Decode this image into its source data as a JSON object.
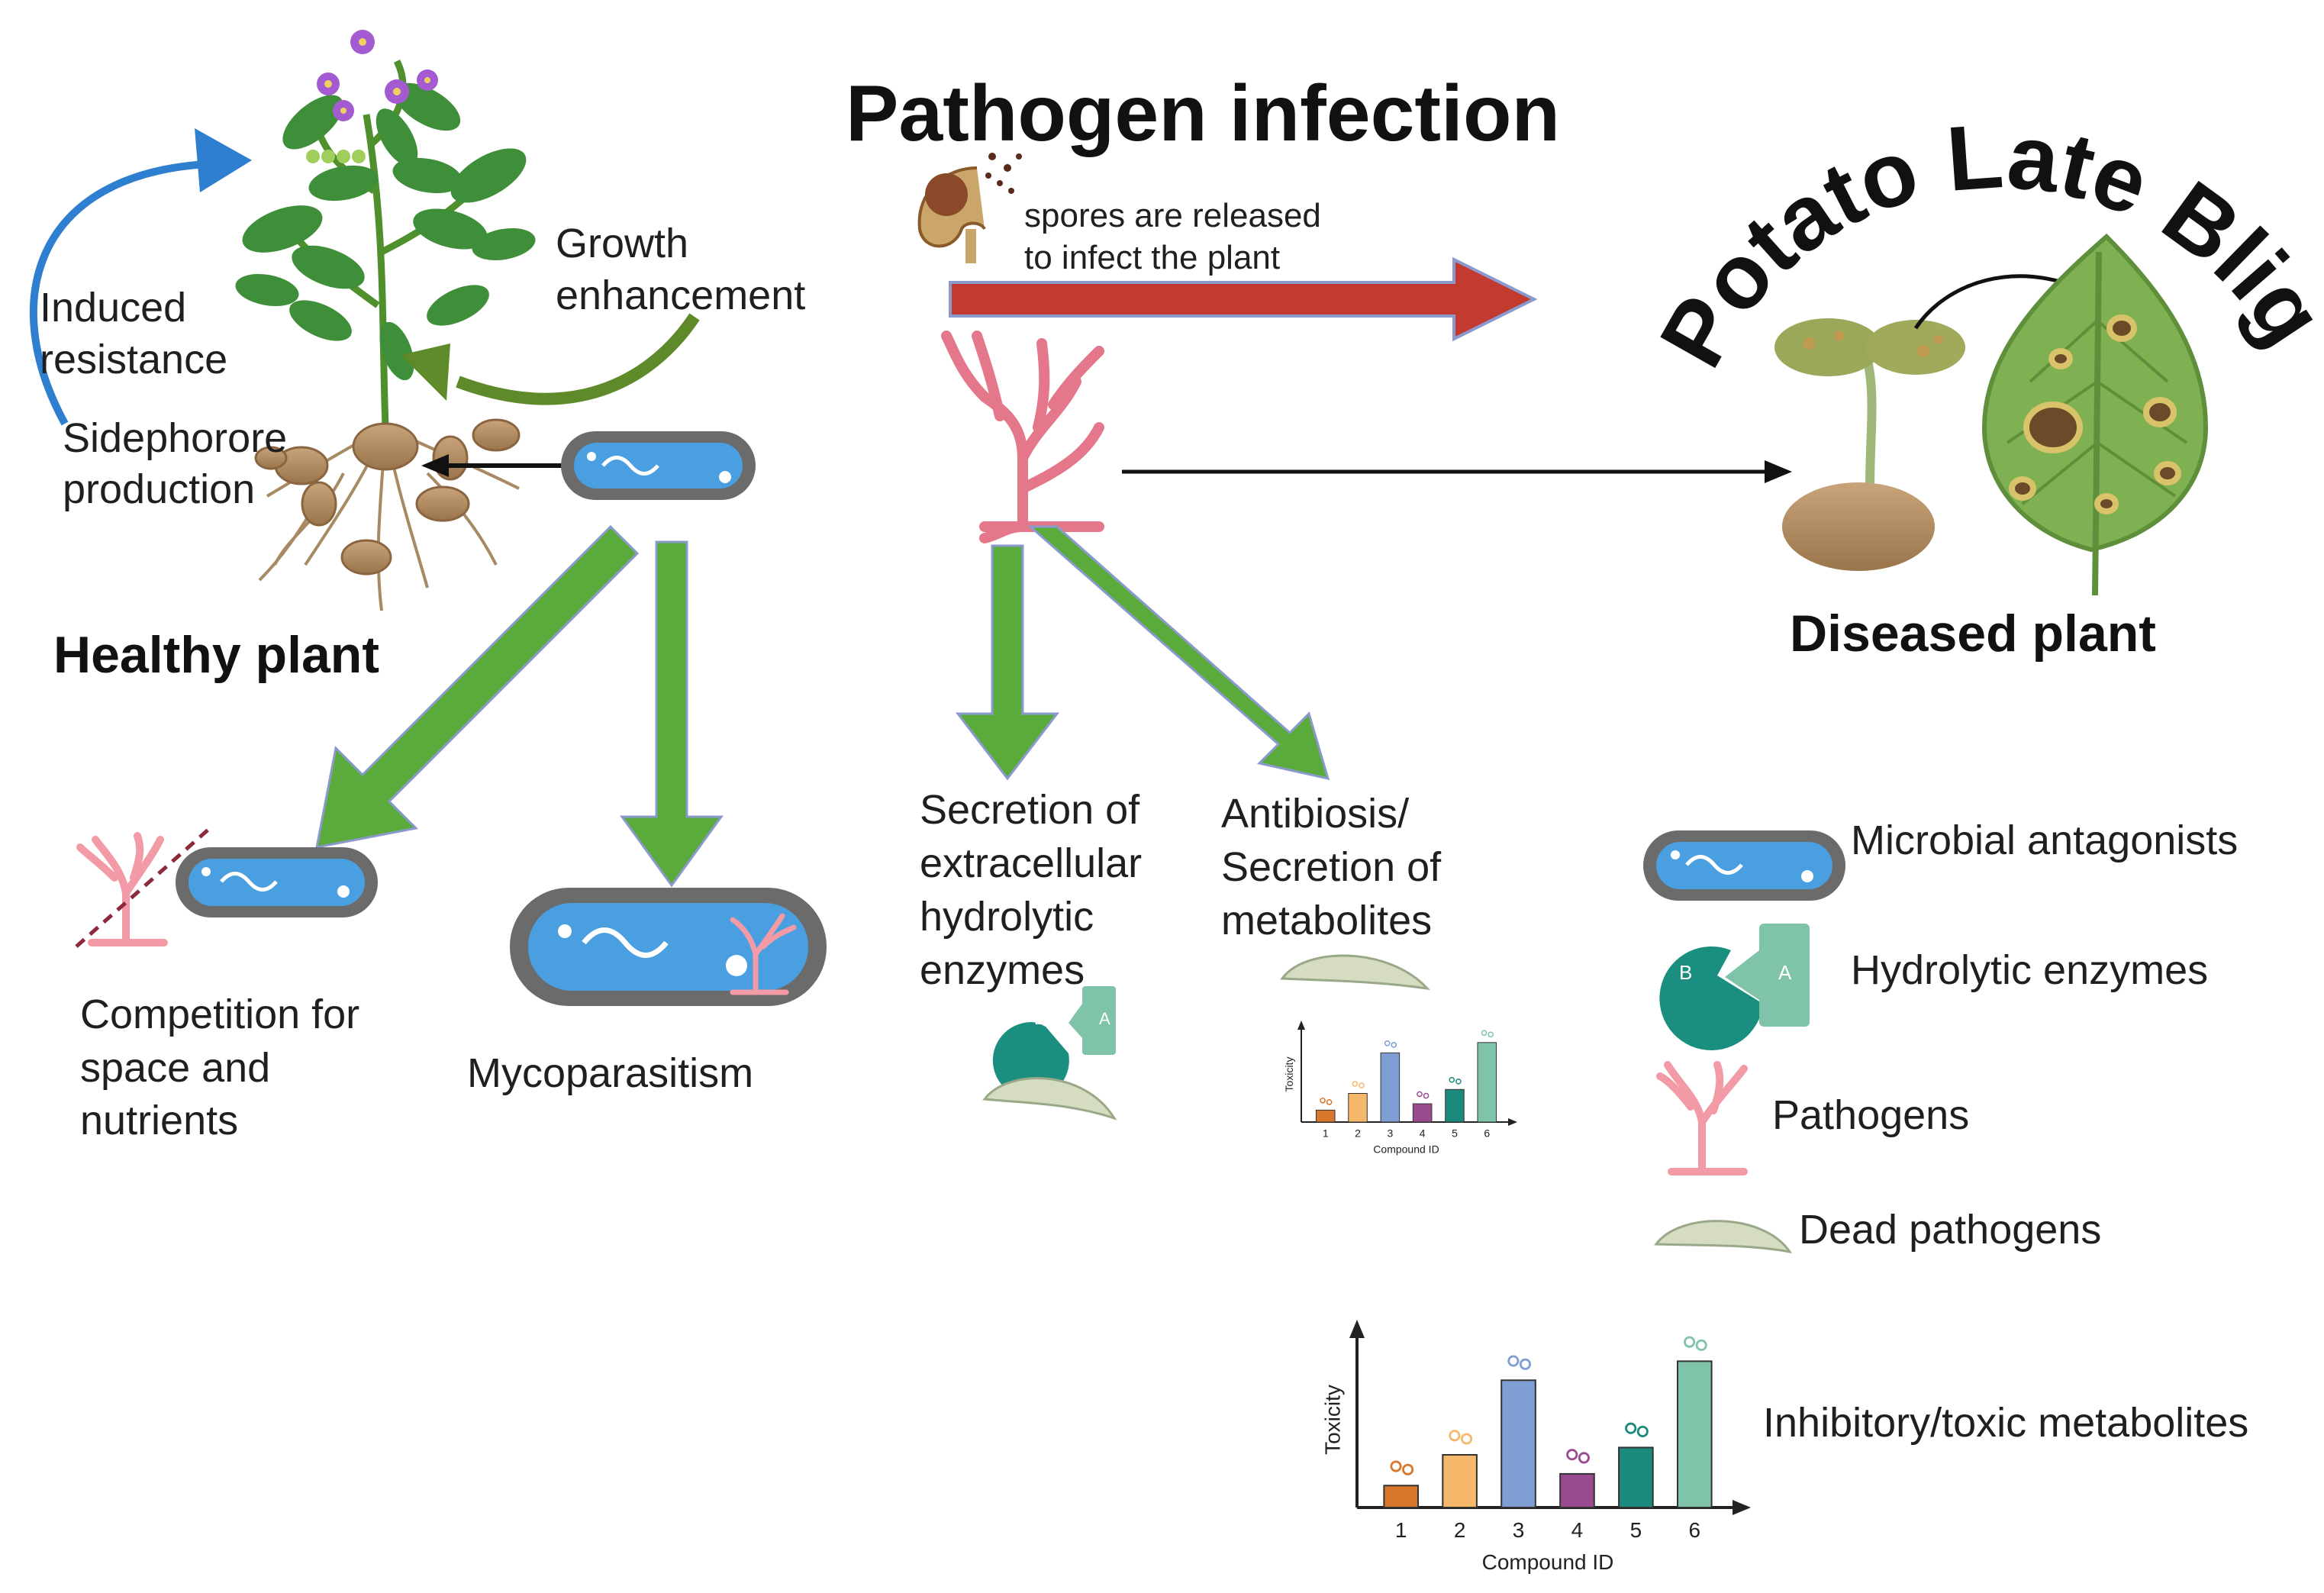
{
  "title": "Pathogen infection",
  "curved_title": "Potato Late Blight",
  "spores_text": [
    "spores are released",
    "to infect the plant"
  ],
  "healthy_plant": "Healthy plant",
  "diseased_plant": "Diseased plant",
  "induced_resistance": [
    "Induced",
    "resistance"
  ],
  "growth_enhancement": [
    "Growth",
    "enhancement"
  ],
  "siderophore": [
    "Sidephorore",
    "production"
  ],
  "competition": [
    "Competition for",
    "space and",
    "nutrients"
  ],
  "mycoparasitism": "Mycoparasitism",
  "secretion_enzymes": [
    "Secretion of",
    "extracellular",
    "hydrolytic",
    "enzymes"
  ],
  "antibiosis": [
    "Antibiosis/",
    "Secretion of",
    "metabolites"
  ],
  "enzyme_letters": {
    "b": "B",
    "a": "A"
  },
  "legend": {
    "microbial_antagonists": "Microbial antagonists",
    "hydrolytic_enzymes": "Hydrolytic enzymes",
    "pathogens": "Pathogens",
    "dead_pathogens": "Dead pathogens",
    "inhibitory_metabolites": "Inhibitory/toxic metabolites"
  },
  "colors": {
    "green_arrow": "#5aaa3c",
    "red_arrow": "#c23a30",
    "blue_arrow": "#2f7fd0",
    "bacterium_fill": "#4a9fe0",
    "bacterium_border": "#6b6b6b",
    "pathogen_pink": "#f29aa6",
    "enzyme_teal": "#1a8f80",
    "enzyme_light": "#7fc4a9",
    "dead_pathogen": "#d5dcc0"
  },
  "chart_data": {
    "type": "bar",
    "categories": [
      "1",
      "2",
      "3",
      "4",
      "5",
      "6"
    ],
    "values": [
      1.5,
      3.6,
      8.7,
      2.3,
      4.1,
      10.0
    ],
    "colors": [
      "#d9772c",
      "#f6b86a",
      "#7f9fd4",
      "#9a4b8f",
      "#1b8a7d",
      "#7fc4a9"
    ],
    "xlabel": "Compound ID",
    "ylabel": "Toxicity",
    "ylim": [
      0,
      12
    ]
  }
}
